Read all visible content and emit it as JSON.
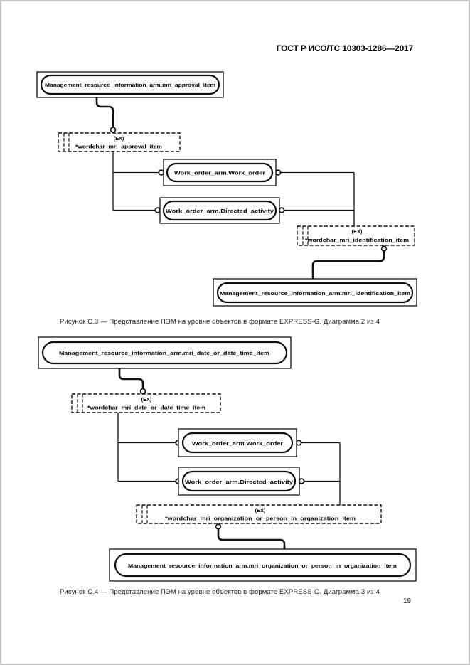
{
  "header": {
    "title": "ГОСТ Р ИСО/ТС 10303-1286—2017"
  },
  "footer": {
    "page_number": "19"
  },
  "diagram1": {
    "caption": "Рисунок С.3 — Представление ПЭМ на уровне объектов в формате EXPRESS-G. Диаграмма 2 из 4",
    "approval_item": "Management_resource_information_arm.mri_approval_item",
    "approval_select_tag": "(EX)",
    "approval_select_name": "*wordchar_mri_approval_item",
    "work_order": "Work_order_arm.Work_order",
    "directed_activity": "Work_order_arm.Directed_activity",
    "identification_select_tag": "(EX)",
    "identification_select_name": "*wordchar_mri_identification_item",
    "identification_item": "Management_resource_information_arm.mri_identification_item"
  },
  "diagram2": {
    "caption": "Рисунок С.4 — Представление ПЭМ на уровне объектов в формате EXPRESS-G. Диаграмма 3 из 4",
    "date_item": "Management_resource_information_arm.mri_date_or_date_time_item",
    "date_select_tag": "(EX)",
    "date_select_name": "*wordchar_mri_date_or_date_time_item",
    "work_order": "Work_order_arm.Work_order",
    "directed_activity": "Work_order_arm.Directed_activity",
    "org_select_tag": "(EX)",
    "org_select_name": "*wordchar_mri_organization_or_person_in_organization_item",
    "org_item": "Management_resource_information_arm.mri_organization_or_person_in_organization_item"
  }
}
